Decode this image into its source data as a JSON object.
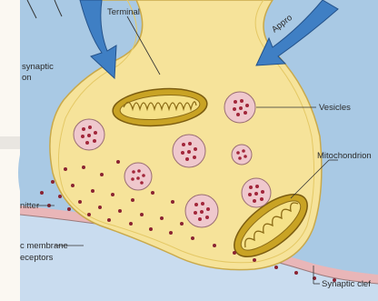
{
  "labels": {
    "terminal": "Terminal",
    "approach_partial": "Appro",
    "synaptic_left_partial": "synaptic",
    "on_partial": "on",
    "vesicles": "Vesicles",
    "mitochondrion": "Mitochondrion",
    "transmitter_partial": "nitter",
    "membrane_partial": "c membrane",
    "receptors_partial": "eceptors",
    "synaptic_cleft_partial": "Synaptic clef"
  }
}
